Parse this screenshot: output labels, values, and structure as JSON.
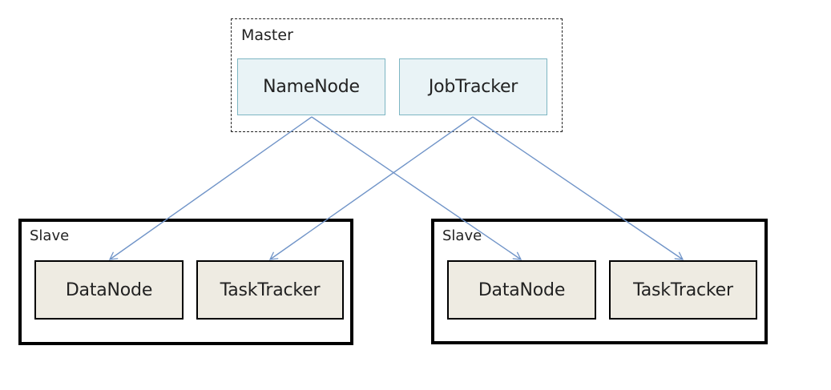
{
  "master": {
    "label": "Master",
    "namenode": "NameNode",
    "jobtracker": "JobTracker"
  },
  "slaves": [
    {
      "label": "Slave",
      "datanode": "DataNode",
      "tasktracker": "TaskTracker"
    },
    {
      "label": "Slave",
      "datanode": "DataNode",
      "tasktracker": "TaskTracker"
    }
  ],
  "colors": {
    "connector": "#7094c8",
    "master_node_fill": "#e9f3f6",
    "master_node_border": "#7db6c3",
    "slave_node_fill": "#eeebe2"
  }
}
